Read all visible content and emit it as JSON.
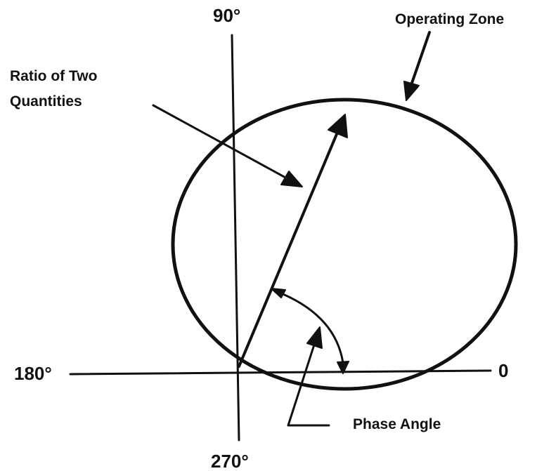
{
  "labels": {
    "top_angle": "90°",
    "bottom_angle": "270°",
    "left_angle": "180°",
    "right_angle": "0",
    "operating_zone": "Operating Zone",
    "ratio_line1": "Ratio of Two",
    "ratio_line2": "Quantities",
    "phase_angle": "Phase Angle"
  },
  "colors": {
    "ink": "#111111",
    "background": "#ffffff"
  }
}
